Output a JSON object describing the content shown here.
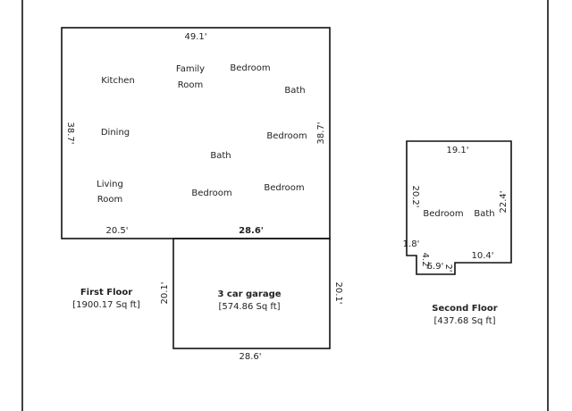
{
  "first_floor": {
    "dims": {
      "top": "49.1'",
      "left": "38.7'",
      "right": "38.7'",
      "bottom_left": "20.5'",
      "bottom_right": "28.6'"
    },
    "rooms": {
      "kitchen": "Kitchen",
      "family_1": "Family",
      "family_2": "Room",
      "bedroom_1": "Bedroom",
      "bath_1": "Bath",
      "dining": "Dining",
      "bedroom_2": "Bedroom",
      "bath_2": "Bath",
      "living_1": "Living",
      "living_2": "Room",
      "bedroom_3": "Bedroom",
      "bedroom_4": "Bedroom"
    },
    "caption": {
      "title": "First Floor",
      "area": "[1900.17 Sq ft]"
    }
  },
  "garage": {
    "dims": {
      "left": "20.1'",
      "right": "20.1'",
      "bottom": "28.6'"
    },
    "title": "3 car garage",
    "area": "[574.86 Sq ft]"
  },
  "second_floor": {
    "dims": {
      "top": "19.1'",
      "left": "20.2'",
      "right": "22.4'",
      "step_a": "1.8'",
      "step_b": "4.2'",
      "step_c": "6.9'",
      "step_d": "2'",
      "bottom_right": "10.4'"
    },
    "rooms": {
      "bedroom": "Bedroom",
      "bath": "Bath"
    },
    "caption": {
      "title": "Second Floor",
      "area": "[437.68 Sq ft]"
    }
  }
}
